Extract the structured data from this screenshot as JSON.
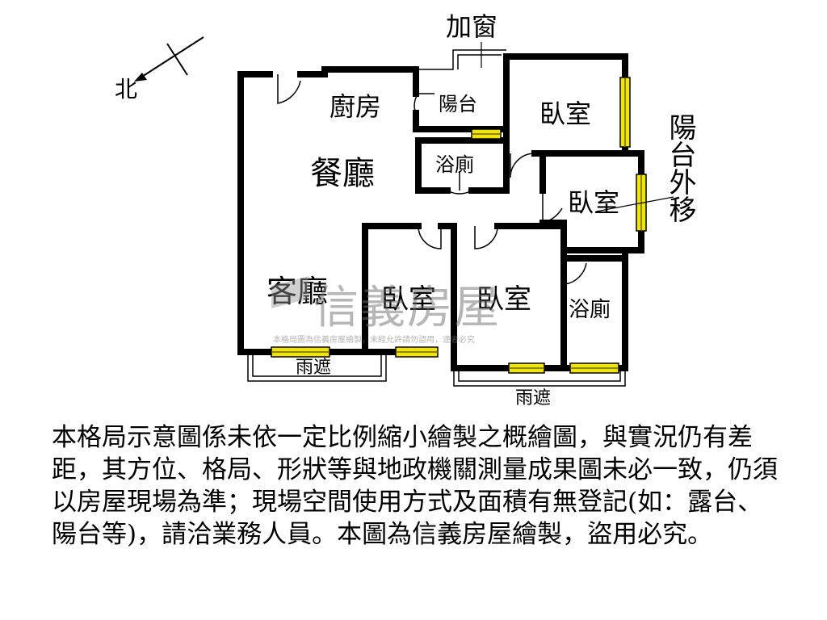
{
  "compass": {
    "label": "北"
  },
  "rooms": {
    "add_window": "加窗",
    "kitchen": "廚房",
    "balcony": "陽台",
    "bedroom_1": "臥室",
    "bathroom_1": "浴廁",
    "dining": "餐廳",
    "bedroom_2": "臥室",
    "living": "客廳",
    "bedroom_3": "臥室",
    "bedroom_4": "臥室",
    "bathroom_2": "浴廁",
    "canopy_1": "雨遮",
    "canopy_2": "雨遮"
  },
  "annotation": {
    "balcony_moved_out": "陽台外移"
  },
  "watermark": {
    "brand": "信義房屋",
    "notice": "本格局圖為信義房屋繪製，未經允許請勿盜用，違者必究"
  },
  "disclaimer": "本格局示意圖係未依一定比例縮小繪製之概繪圖，與實況仍有差距，其方位、格局、形狀等與地政機關測量成果圖未必一致，仍須以房屋現場為準；現場空間使用方式及面積有無登記(如：露台、陽台等)，請洽業務人員。本圖為信義房屋繪製，盜用必究。",
  "colors": {
    "wall": "#000000",
    "window_fill": "#f2e600",
    "watermark": "#7a7a7a"
  }
}
